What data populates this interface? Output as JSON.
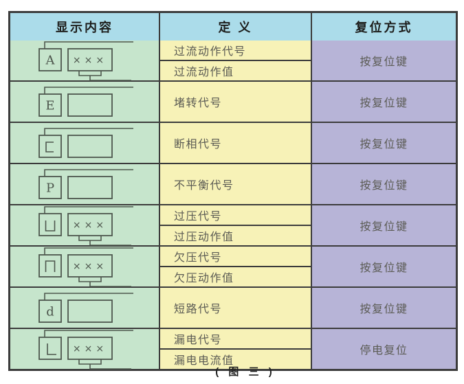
{
  "figure": {
    "caption": "( 图 三 )"
  },
  "table": {
    "headers": [
      {
        "label": "显示内容"
      },
      {
        "label": "定 义"
      },
      {
        "label": "复位方式"
      }
    ],
    "rows": [
      {
        "display": {
          "symbol": "A",
          "symbol_shape": "serif-text",
          "value": "×××"
        },
        "definitions": [
          "过流动作代号",
          "过流动作值"
        ],
        "reset": "按复位键"
      },
      {
        "display": {
          "symbol": "E",
          "symbol_shape": "serif-text",
          "value": ""
        },
        "definitions": [
          "堵转代号"
        ],
        "reset": "按复位键"
      },
      {
        "display": {
          "symbol": "c",
          "symbol_shape": "square-c",
          "value": ""
        },
        "definitions": [
          "断相代号"
        ],
        "reset": "按复位键"
      },
      {
        "display": {
          "symbol": "P",
          "symbol_shape": "serif-text",
          "value": ""
        },
        "definitions": [
          "不平衡代号"
        ],
        "reset": "按复位键"
      },
      {
        "display": {
          "symbol": "⊔",
          "symbol_shape": "cup",
          "value": "×××"
        },
        "definitions": [
          "过压代号",
          "过压动作值"
        ],
        "reset": "按复位键"
      },
      {
        "display": {
          "symbol": "⊓",
          "symbol_shape": "cap",
          "value": "×××"
        },
        "definitions": [
          "欠压代号",
          "欠压动作值"
        ],
        "reset": "按复位键"
      },
      {
        "display": {
          "symbol": "d",
          "symbol_shape": "serif-text",
          "value": ""
        },
        "definitions": [
          "短路代号"
        ],
        "reset": "按复位键"
      },
      {
        "display": {
          "symbol": "L",
          "symbol_shape": "square-l",
          "value": "×××"
        },
        "definitions": [
          "漏电代号",
          "漏电电流值"
        ],
        "reset": "停电复位"
      }
    ]
  },
  "colors": {
    "header_bg": "#abdcea",
    "display_bg": "#c6e5cc",
    "definition_bg": "#f7f2b7",
    "reset_bg": "#b7b4d7",
    "border": "#3b3b3b",
    "header_text": "#1d1d1b",
    "cell_text": "#5b5b54",
    "diagram_stroke": "#4d564d",
    "caption_text": "#222222",
    "page_bg": "#ffffff"
  }
}
